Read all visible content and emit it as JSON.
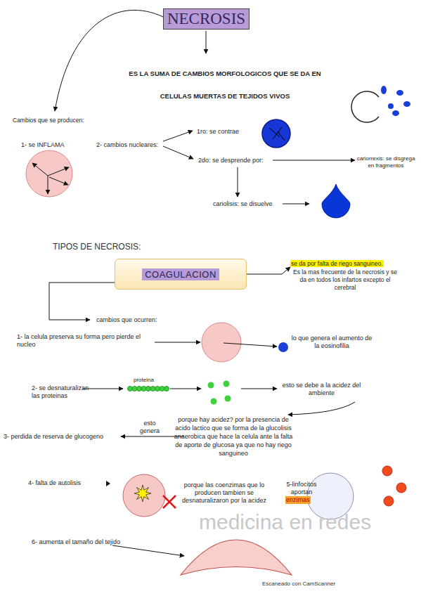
{
  "diagram": {
    "title": "NECROSIS",
    "nodes": [
      {
        "text": [
          "COAGULACION"
        ]
      },
      {
        "text": [
          "se da por falta de riego sanguineo."
        ]
      }
    ],
    "edges": [
      {
        "from": 0,
        "to": 1,
        "arrow": "to"
      }
    ],
    "labels": [
      "ES LA SUMA DE CAMBIOS MORFOLOGICOS QUE SE DA EN CELULAS MUERTAS DE TEJIDOS VIVOS",
      "Cambios que se producen:",
      "1- se INFLAMA",
      "2- cambios nucleares:",
      "1ro: se contrae",
      "2do: se desprende por:",
      "cariorrexis: se disgrega en fragmentos",
      "cariolisis: se disuelve",
      "TIPOS DE NECROSIS:",
      "Es la mas frecuente de la necrosis y se da en todos los infartos excepto el cerebral",
      "cambios que ocurren:",
      "1- la celula preserva su forma pero pierde el nucleo",
      "lo que genera el aumento de la eosinofilia",
      "2- se desnaturalizan las proteinas",
      "proteina",
      "esto se debe a la acidez del ambiente",
      "porque hay acidez? por la presencia de acido lactico que se forma de la glucolisis anaerobica que hace la celula ante la falta de aporte de glucosa ya que no hay riego sanguineo",
      "esto genera",
      "3- perdida de reserva de glucogeno",
      "4- falta de autolisis",
      "porque las coenzimas que lo producen tambien se desnaturalizaron por la acidez",
      "5-linfocitos aportan",
      "enzimas",
      "medicina en redes",
      "6- aumenta el tamaño del tejido",
      "Escaneado con CamScanner"
    ]
  }
}
